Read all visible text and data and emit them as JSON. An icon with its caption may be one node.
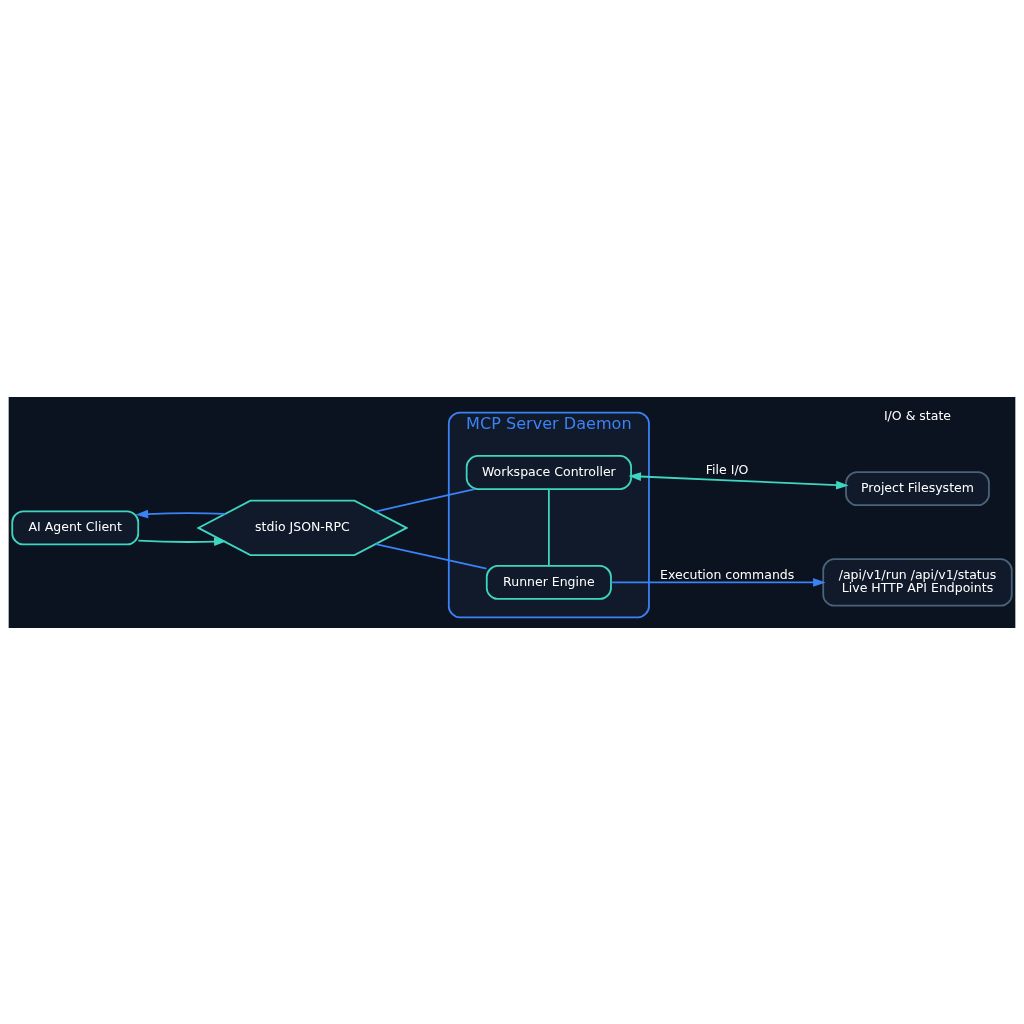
{
  "diagram": {
    "nodes": [
      {
        "text": [
          "AI Agent Client"
        ]
      },
      {
        "text": [
          "stdio JSON-RPC"
        ]
      },
      {
        "text": [
          "MCP Server Daemon"
        ]
      },
      {
        "text": [
          "Workspace Controller"
        ],
        "in": 2
      },
      {
        "text": [
          "Runner Engine"
        ],
        "in": 2
      },
      {
        "text": [
          "Project Filesystem"
        ]
      },
      {
        "text": [
          "/api/v1/run /api/v1/status",
          "Live HTTP API Endpoints"
        ]
      }
    ],
    "edges": [
      {
        "from": 0,
        "to": 1,
        "arrow": "to"
      },
      {
        "from": 1,
        "to": 0,
        "arrow": "to",
        "color": "#3b82f6"
      },
      {
        "from": 1,
        "to": 3,
        "arrow": "none",
        "color": "#3b82f6"
      },
      {
        "from": 1,
        "to": 4,
        "arrow": "none",
        "color": "#3b82f6"
      },
      {
        "from": 3,
        "to": 4,
        "arrow": "none"
      },
      {
        "from": 3,
        "to": 5,
        "arrow": "both",
        "label": "File I/O"
      },
      {
        "from": 4,
        "to": 6,
        "arrow": "to",
        "label": "Execution commands",
        "color": "#3b82f6"
      }
    ],
    "labels": [
      "I/O & state"
    ]
  }
}
